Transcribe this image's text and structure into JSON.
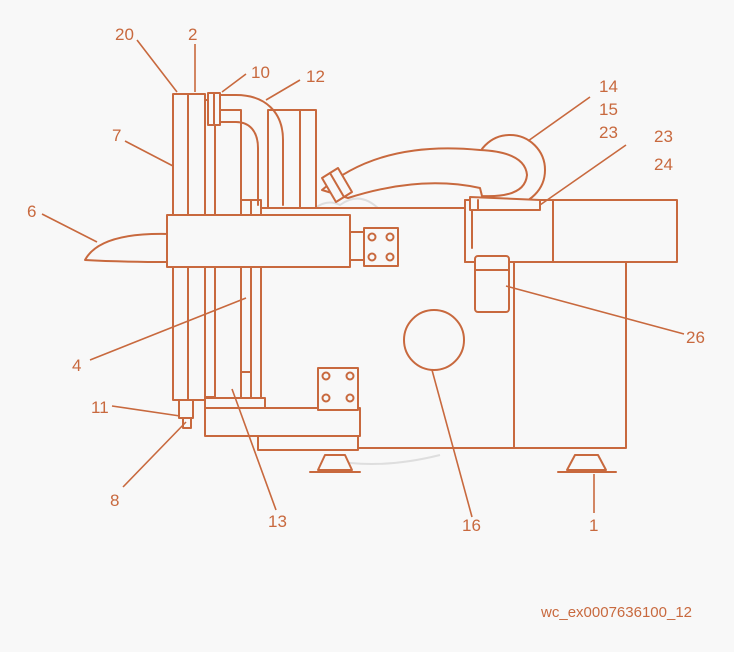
{
  "colors": {
    "line": "#c8693e",
    "background": "#f8f8f8",
    "watermark_sketch": "#dedede"
  },
  "labels": {
    "l20": "20",
    "l2": "2",
    "l10": "10",
    "l12": "12",
    "l7": "7",
    "l6": "6",
    "l14": "14",
    "l15": "15",
    "l23a": "23",
    "l23b": "23",
    "l24": "24",
    "l26": "26",
    "l4": "4",
    "l11": "11",
    "l8": "8",
    "l13": "13",
    "l16": "16",
    "l1": "1"
  },
  "figure_id": "wc_ex0007636100_12"
}
